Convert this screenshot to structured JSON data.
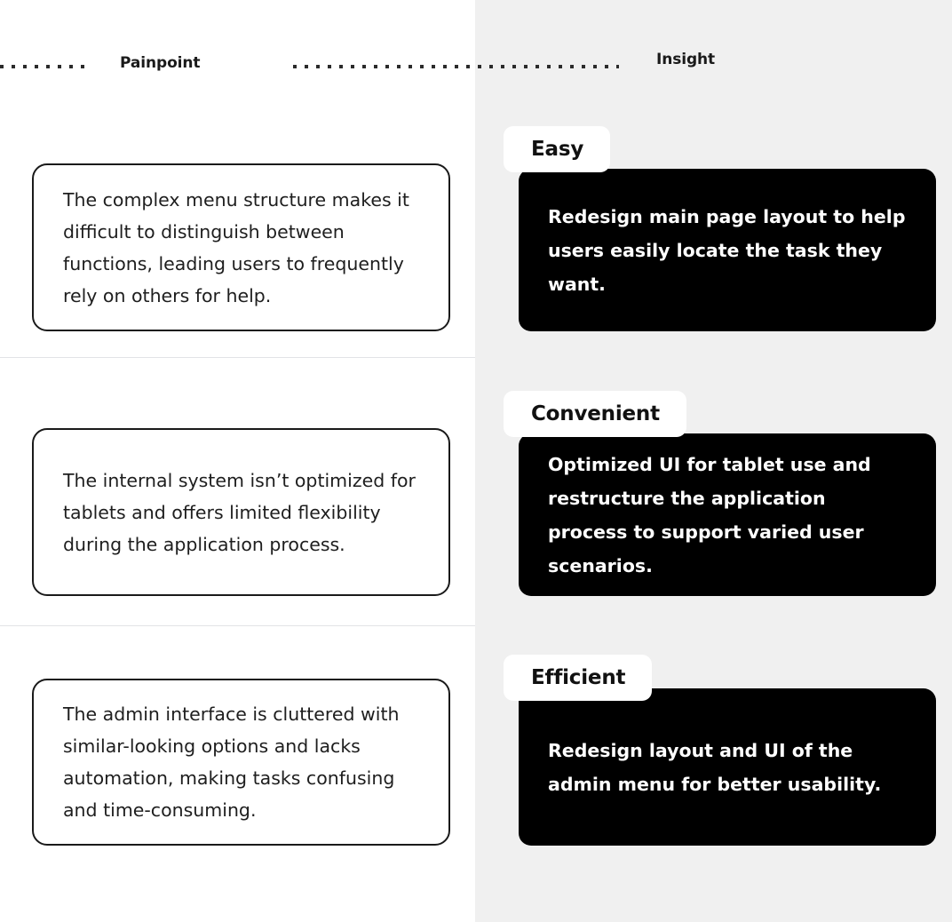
{
  "columns": {
    "left": {
      "title": "Painpoint"
    },
    "right": {
      "title": "Insight"
    }
  },
  "colors": {
    "left_panel_background": "#ffffff",
    "right_panel_background": "#f0f0f0",
    "painpoint_card_border": "#1a1a1a",
    "painpoint_text": "#1e1e1e",
    "insight_card_background": "#000000",
    "insight_text": "#ffffff",
    "insight_tab_background": "#ffffff",
    "insight_tab_text": "#111111",
    "divider": "#e2e3e6",
    "dot_rule": "#2b2b2b"
  },
  "rows": [
    {
      "painpoint": "The complex menu structure makes it difficult to distinguish between functions, leading users to frequently rely on others for help.",
      "insight_tab": "Easy",
      "insight": "Redesign main page layout to help users easily locate the task they want."
    },
    {
      "painpoint": "The internal system isn’t optimized for tablets and offers limited flexibility during the application process.",
      "insight_tab": "Convenient",
      "insight": "Optimized UI for tablet use and restructure the application process to support varied user scenarios."
    },
    {
      "painpoint": "The admin interface is cluttered with similar-looking options and lacks automation, making tasks confusing and time-consuming.",
      "insight_tab": "Efficient",
      "insight": "Redesign layout and UI of the admin menu for better usability."
    }
  ]
}
